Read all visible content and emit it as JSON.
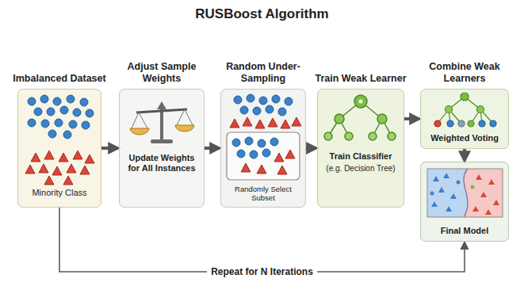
{
  "diagram": {
    "title": "RUSBoost Algorithm",
    "nodes": [
      {
        "text": [
          "Imbalanced Dataset",
          "Minority Class"
        ]
      },
      {
        "text": [
          "Adjust Sample Weights",
          "Update Weights for All Instances"
        ]
      },
      {
        "text": [
          "Random Under-Sampling",
          "Randomly Select Subset"
        ]
      },
      {
        "text": [
          "Train Weak Learner",
          "Train Classifier",
          "(e.g. Decision Tree)"
        ]
      },
      {
        "text": [
          "Combine Weak Learners",
          "Weighted Voting"
        ]
      },
      {
        "text": [
          "Final Model"
        ]
      }
    ],
    "edges": [
      {
        "from": 0,
        "to": 1,
        "arrow": "to"
      },
      {
        "from": 1,
        "to": 2,
        "arrow": "to"
      },
      {
        "from": 2,
        "to": 3,
        "arrow": "to"
      },
      {
        "from": 3,
        "to": 4,
        "arrow": "to"
      },
      {
        "from": 4,
        "to": 5,
        "arrow": "to"
      },
      {
        "from": 0,
        "to": 5,
        "label": "Repeat for N Iterations",
        "arrow": "to"
      }
    ]
  }
}
